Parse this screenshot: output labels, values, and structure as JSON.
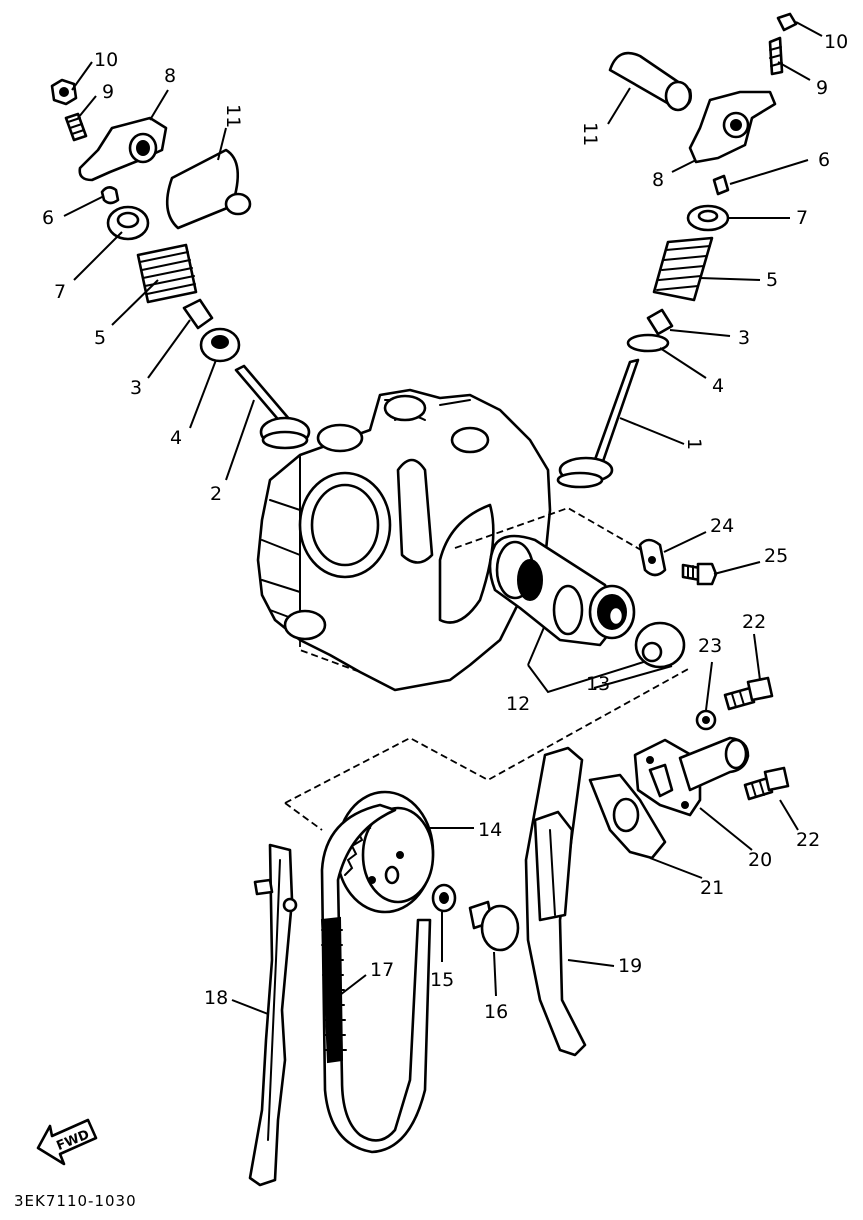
{
  "figure_code": "3EK7110-1030",
  "fwd_label": "FWD",
  "callouts": [
    {
      "id": "left-10",
      "text": "10"
    },
    {
      "id": "left-9",
      "text": "9"
    },
    {
      "id": "left-8",
      "text": "8"
    },
    {
      "id": "left-11",
      "text": "11"
    },
    {
      "id": "left-6",
      "text": "6"
    },
    {
      "id": "left-7",
      "text": "7"
    },
    {
      "id": "left-5",
      "text": "5"
    },
    {
      "id": "left-3",
      "text": "3"
    },
    {
      "id": "left-4",
      "text": "4"
    },
    {
      "id": "left-2",
      "text": "2"
    },
    {
      "id": "right-10",
      "text": "10"
    },
    {
      "id": "right-9",
      "text": "9"
    },
    {
      "id": "right-11",
      "text": "11"
    },
    {
      "id": "right-8",
      "text": "8"
    },
    {
      "id": "right-6",
      "text": "6"
    },
    {
      "id": "right-7",
      "text": "7"
    },
    {
      "id": "right-5",
      "text": "5"
    },
    {
      "id": "right-3",
      "text": "3"
    },
    {
      "id": "right-4",
      "text": "4"
    },
    {
      "id": "right-1",
      "text": "1"
    },
    {
      "id": "c24",
      "text": "24"
    },
    {
      "id": "c25",
      "text": "25"
    },
    {
      "id": "c12",
      "text": "12"
    },
    {
      "id": "c13",
      "text": "13"
    },
    {
      "id": "c22a",
      "text": "22"
    },
    {
      "id": "c23",
      "text": "23"
    },
    {
      "id": "c22b",
      "text": "22"
    },
    {
      "id": "c20",
      "text": "20"
    },
    {
      "id": "c21",
      "text": "21"
    },
    {
      "id": "c14",
      "text": "14"
    },
    {
      "id": "c15",
      "text": "15"
    },
    {
      "id": "c16",
      "text": "16"
    },
    {
      "id": "c17",
      "text": "17"
    },
    {
      "id": "c18",
      "text": "18"
    },
    {
      "id": "c19",
      "text": "19"
    }
  ]
}
